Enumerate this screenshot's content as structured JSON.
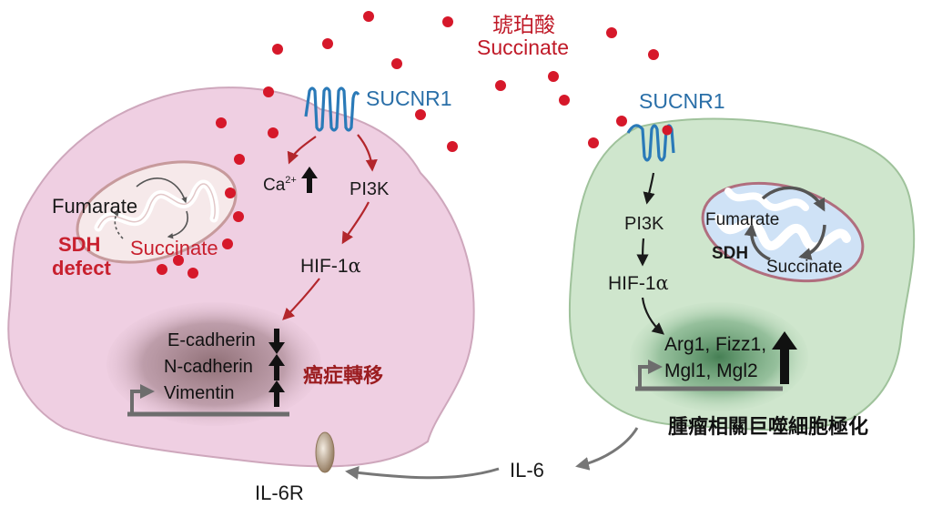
{
  "title": {
    "zh": "琥珀酸",
    "en": "Succinate"
  },
  "tumor_cell": {
    "receptor": "SUCNR1",
    "mito_fumarate": "Fumarate",
    "mito_succinate": "Succinate",
    "sdh_line1": "SDH",
    "sdh_line2": "defect",
    "ca_base": "Ca",
    "ca_sup": "2+",
    "pi3k": "PI3K",
    "hif_prefix": "HIF-1",
    "hif_alpha": "α",
    "genes": [
      "E-cadherin",
      "N-cadherin",
      "Vimentin"
    ],
    "outcome": "癌症轉移"
  },
  "macrophage": {
    "receptor": "SUCNR1",
    "pi3k": "PI3K",
    "hif_prefix": "HIF-1",
    "hif_alpha": "α",
    "mito_fumarate": "Fumarate",
    "mito_succinate": "Succinate",
    "sdh": "SDH",
    "genes_line1": "Arg1, Fizz1,",
    "genes_line2": "Mgl1, Mgl2",
    "outcome": "腫瘤相關巨噬細胞極化"
  },
  "il6": "IL-6",
  "il6r": "IL-6R",
  "colors": {
    "succinate_red": "#d6182a",
    "tumor_fill": "#efcfe2",
    "macro_fill": "#cfe6cd",
    "receptor_blue": "#2a7ab8",
    "arrow_red": "#b3262c",
    "nucleus_tumor": "#8d6a70",
    "nucleus_macro": "#3f7a4e",
    "outcome_red": "#9b1c1f"
  }
}
